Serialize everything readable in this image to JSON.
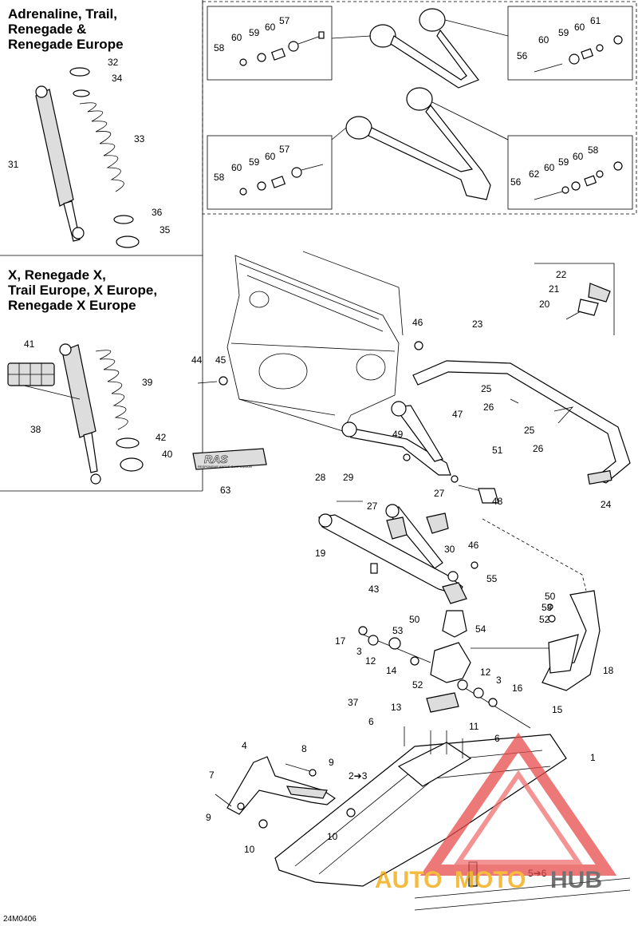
{
  "sections": {
    "shock_a_title": "Adrenaline, Trail,\nRenegade &\nRenegade Europe",
    "shock_b_title": "X, Renegade X,\nTrail Europe, X Europe,\nRenegade X Europe"
  },
  "callouts": {
    "c1": "1",
    "c2to3": "2➔3",
    "c4": "4",
    "c5to6": "5➔6",
    "c6a": "6",
    "c6b": "6",
    "c7": "7",
    "c8": "8",
    "c9a": "9",
    "c9b": "9",
    "c10a": "10",
    "c10b": "10",
    "c11": "11",
    "c12a": "12",
    "c12b": "12",
    "c13": "13",
    "c14": "14",
    "c15": "15",
    "c16": "16",
    "c17": "17",
    "c18": "18",
    "c19": "19",
    "c20": "20",
    "c21": "21",
    "c22": "22",
    "c23": "23",
    "c24": "24",
    "c25a": "25",
    "c25b": "25",
    "c26a": "26",
    "c26b": "26",
    "c27a": "27",
    "c27b": "27",
    "c28": "28",
    "c29": "29",
    "c30": "30",
    "c31": "31",
    "c32": "32",
    "c33": "33",
    "c34": "34",
    "c35": "35",
    "c36": "36",
    "c37": "37",
    "c38": "38",
    "c39": "39",
    "c40": "40",
    "c41": "41",
    "c42": "42",
    "c43": "43",
    "c44": "44",
    "c45": "45",
    "c46a": "46",
    "c46b": "46",
    "c47": "47",
    "c48": "48",
    "c49": "49",
    "c50a": "50",
    "c50b": "50",
    "c51": "51",
    "c52a": "52",
    "c52b": "52",
    "c53a": "53",
    "c53b": "53",
    "c54": "54",
    "c55": "55",
    "c56a": "56",
    "c56b": "56",
    "c57a": "57",
    "c57b": "57",
    "c58a": "58",
    "c58b": "58",
    "c59a": "59",
    "c59b": "59",
    "c59c": "59",
    "c59d": "59",
    "c60a": "60",
    "c60b": "60",
    "c60c": "60",
    "c60d": "60",
    "c60e": "60",
    "c60f": "60",
    "c60g": "60",
    "c60h": "60",
    "c61": "61",
    "c62": "62",
    "c63": "63",
    "c3a": "3",
    "c3b": "3"
  },
  "logo_text": "RAS",
  "logo_subtext": "RESPONSIVE ANGLE SUSPENSION",
  "drawing_code": "24M0406",
  "watermark": {
    "auto": "AUTO",
    "moto": "MOTO",
    "hub": "HUB"
  }
}
